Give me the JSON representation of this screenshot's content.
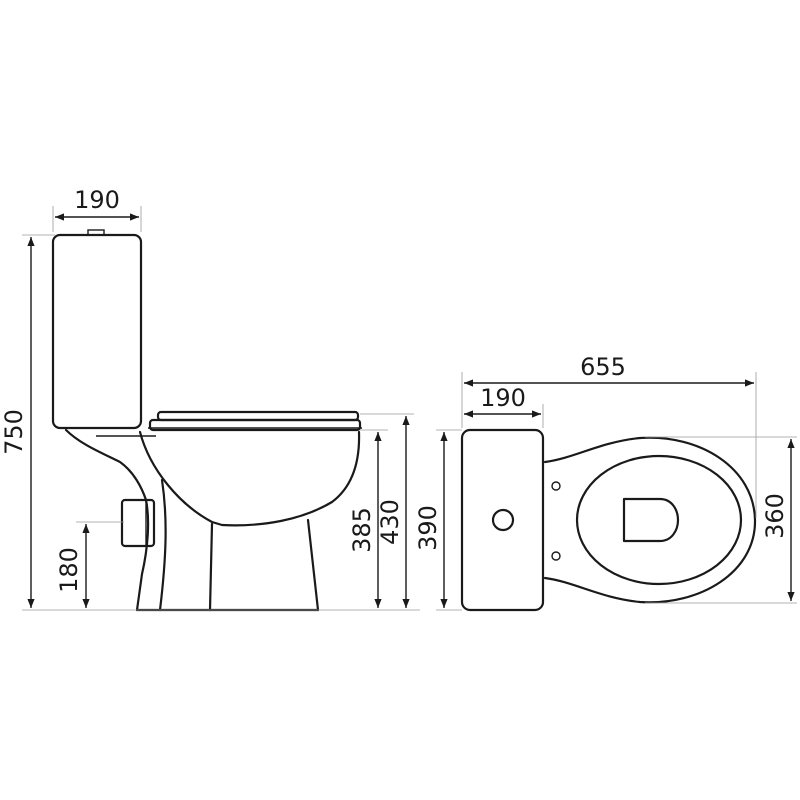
{
  "side_view": {
    "tank_depth": "190",
    "total_height": "750",
    "outlet_height": "180",
    "seat_height": "385",
    "rim_height": "430"
  },
  "top_view": {
    "total_length": "655",
    "tank_depth": "190",
    "tank_width": "390",
    "bowl_width": "360"
  },
  "colors": {
    "line": "#1a1a1a",
    "extension": "#9a9a9a"
  }
}
